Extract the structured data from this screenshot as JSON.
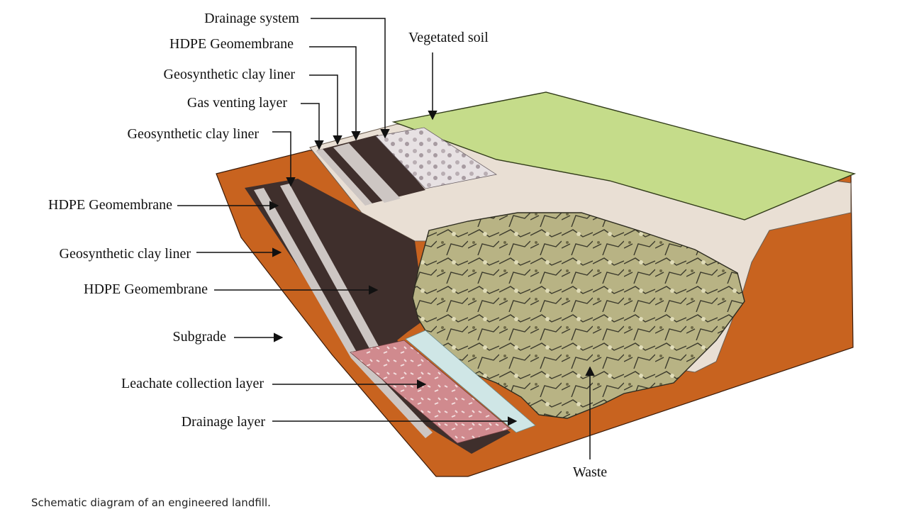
{
  "caption": "Schematic diagram of an engineered landfill.",
  "labels": {
    "drainage_system": "Drainage system",
    "hdpe_cover": "HDPE Geomembrane",
    "gcl_cover": "Geosynthetic clay liner",
    "gas_venting": "Gas venting layer",
    "gcl_upper_liner": "Geosynthetic clay liner",
    "vegetated_soil": "Vegetated soil",
    "hdpe_liner_1": "HDPE Geomembrane",
    "gcl_liner": "Geosynthetic clay liner",
    "hdpe_liner_2": "HDPE Geomembrane",
    "subgrade": "Subgrade",
    "leachate": "Leachate collection layer",
    "drainage_layer": "Drainage layer",
    "waste": "Waste"
  },
  "colors": {
    "subgrade": "#c8631f",
    "cover_soil": "#e9dfd4",
    "vegetation": "#c5dc8a",
    "geomembrane": "#3f2f2c",
    "clay_liner": "#cdc6c3",
    "waste": "#bdb98a",
    "leachate": "#d08a8e",
    "drainage": "#cfe6e6"
  }
}
